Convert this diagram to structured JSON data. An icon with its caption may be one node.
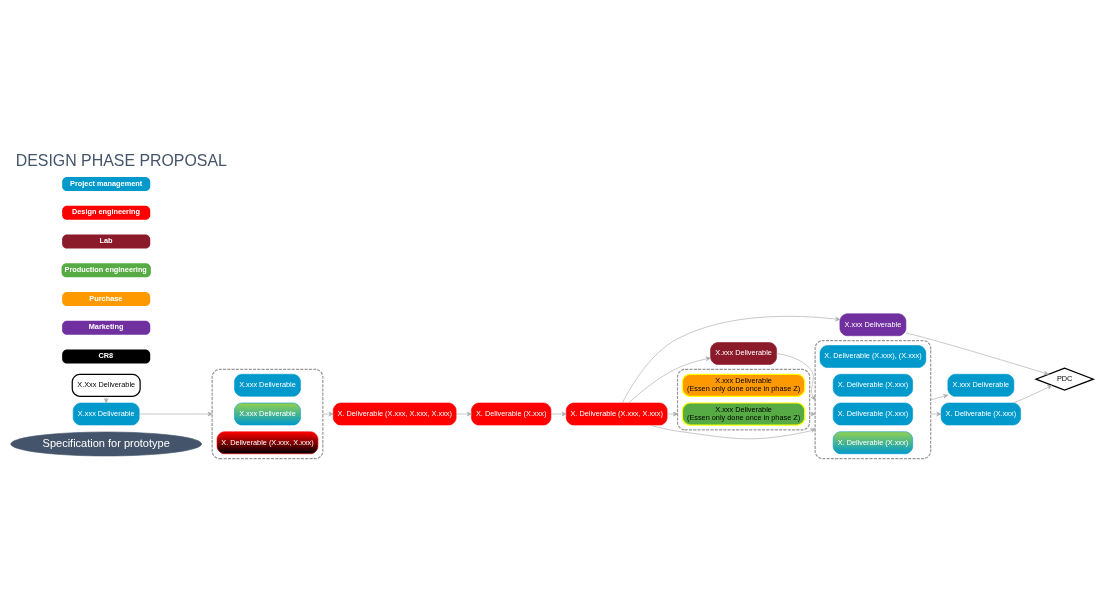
{
  "diagram": {
    "title": "DESIGN PHASE PROPOSAL",
    "nodes": [
      {
        "text": [
          "Specification for prototype"
        ]
      },
      {
        "text": [
          "X.Xxx Deliverable"
        ]
      },
      {
        "text": [
          "X.xxx Deliverable"
        ]
      },
      {
        "text": [],
        "shape": "box"
      },
      {
        "text": [
          "X.xxx Deliverable"
        ],
        "in": 3
      },
      {
        "text": [
          "X.xxx Deliverable"
        ],
        "in": 3
      },
      {
        "text": [
          "X. Deliverable (X.xxx, X.xxx)"
        ],
        "in": 3
      },
      {
        "text": [
          "X. Deliverable (X.xxx, X.xxx, X.xxx)"
        ]
      },
      {
        "text": [
          "X. Deliverable (X.xxx)"
        ]
      },
      {
        "text": [
          "X. Deliverable (X.xxx, X.xxx)"
        ]
      },
      {
        "text": [
          "X.xxx Deliverable"
        ]
      },
      {
        "text": [
          "X.xxx Deliverable"
        ]
      },
      {
        "text": [],
        "shape": "box"
      },
      {
        "text": [
          "X.xxx Deliverable",
          "(Essen only done once in phase Z)"
        ],
        "in": 12
      },
      {
        "text": [
          "X.xxx Deliverable",
          "(Essen only done once in phase Z)"
        ],
        "in": 12
      },
      {
        "text": [
          "X.xxx Deliverable"
        ]
      },
      {
        "text": [
          "X. Deliverable (X.xxx)"
        ]
      },
      {
        "text": [],
        "shape": "box"
      },
      {
        "text": [
          "X. Deliverable (X.xxx), (X.xxx)"
        ],
        "in": 17
      },
      {
        "text": [
          "X. Deliverable (X.xxx)"
        ],
        "in": 17
      },
      {
        "text": [
          "X. Deliverable (X.xxx)"
        ],
        "in": 17
      },
      {
        "text": [
          "X. Deliverable (X.xxx)"
        ],
        "in": 17
      },
      {
        "text": [
          "PDC"
        ]
      }
    ],
    "edges": [
      {
        "from": 1,
        "to": 2,
        "arrow": "to"
      },
      {
        "from": 2,
        "to": 3,
        "arrow": "to"
      },
      {
        "from": 3,
        "to": 7,
        "arrow": "to"
      },
      {
        "from": 7,
        "to": 8,
        "arrow": "to"
      },
      {
        "from": 8,
        "to": 9,
        "arrow": "to"
      },
      {
        "from": 9,
        "to": 10,
        "arrow": "to"
      },
      {
        "from": 9,
        "to": 11,
        "arrow": "to"
      },
      {
        "from": 9,
        "to": 12,
        "arrow": "to"
      },
      {
        "from": 9,
        "to": 17,
        "arrow": "to"
      },
      {
        "from": 11,
        "to": 17,
        "arrow": "to"
      },
      {
        "from": 12,
        "to": 17,
        "arrow": "to"
      },
      {
        "from": 17,
        "to": 15,
        "arrow": "to"
      },
      {
        "from": 17,
        "to": 16,
        "arrow": "to"
      },
      {
        "from": 10,
        "to": 22,
        "arrow": "to"
      },
      {
        "from": 16,
        "to": 22,
        "arrow": "to"
      }
    ],
    "legend": [
      {
        "text": "Project management",
        "color": "#0099cc"
      },
      {
        "text": "Design engineering",
        "color": "#ff0000"
      },
      {
        "text": "Lab",
        "color": "#8b1a2b"
      },
      {
        "text": "Production engineering",
        "color": "#56ab44"
      },
      {
        "text": "Purchase",
        "color": "#ff9900"
      },
      {
        "text": "Marketing",
        "color": "#7030a0"
      },
      {
        "text": "CR8",
        "color": "#000000"
      }
    ]
  }
}
